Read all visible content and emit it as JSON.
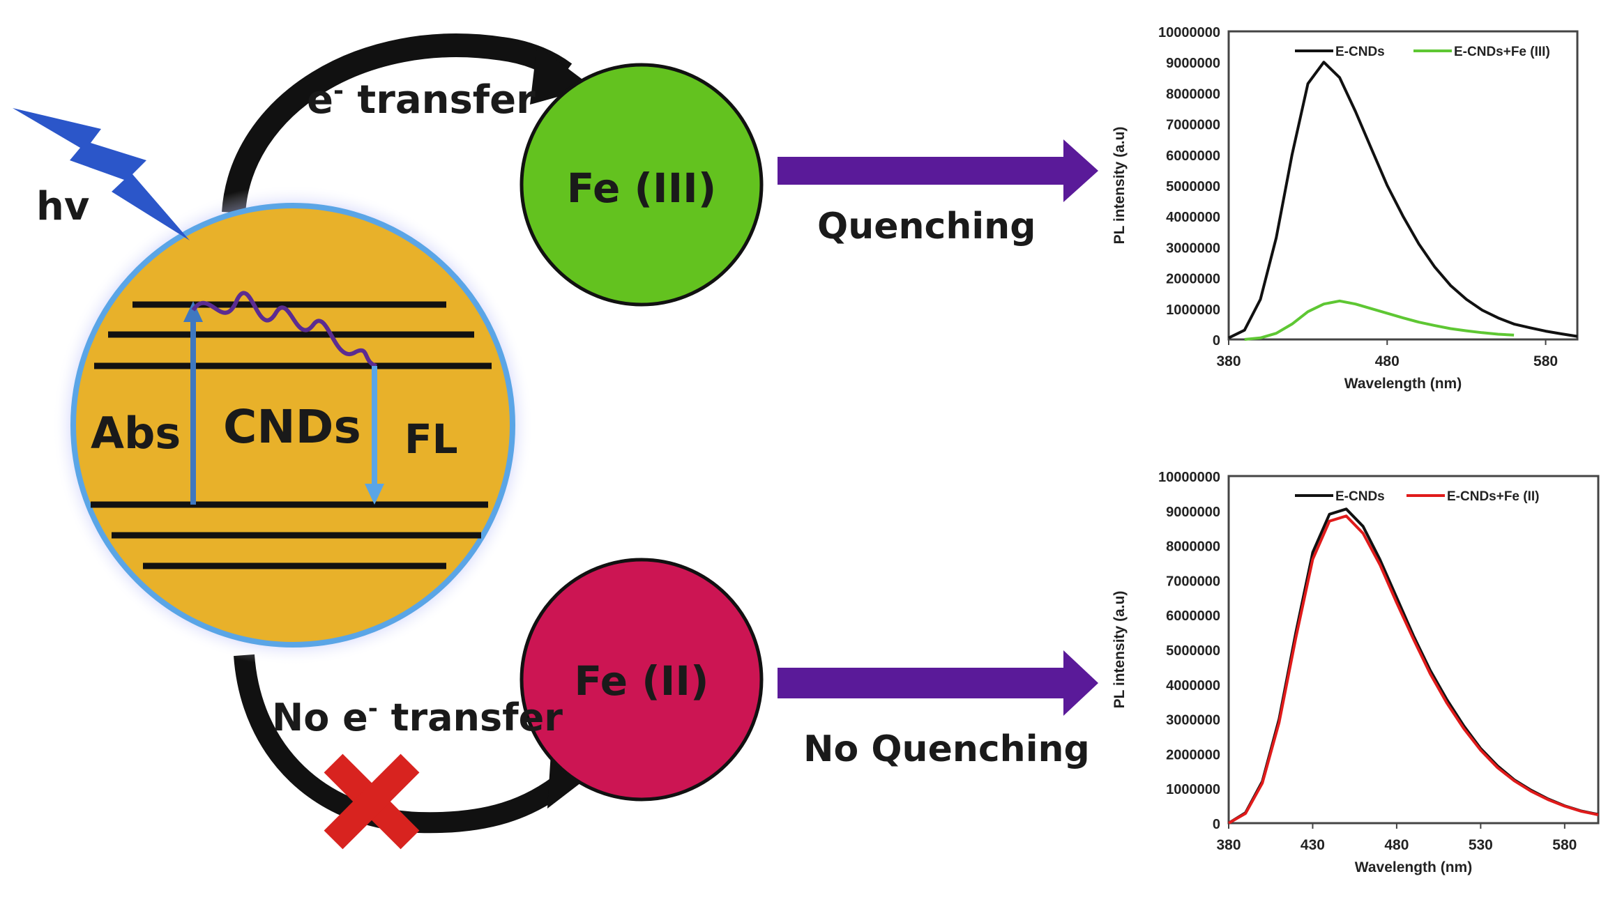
{
  "diagram": {
    "hv_label": "hv",
    "cnds_label": "CNDs",
    "abs_label": "Abs",
    "fl_label": "FL",
    "e_transfer_prefix": "e",
    "e_transfer_sup": "-",
    "e_transfer_suffix": " transfer",
    "no_e_transfer_prefix": "No e",
    "no_e_transfer_sup": "-",
    "no_e_transfer_suffix": " transfer",
    "fe3_label": "Fe (III)",
    "fe2_label": "Fe (II)",
    "quenching_label": "Quenching",
    "no_quenching_label": "No Quenching"
  },
  "colors": {
    "cnd_fill": "#e8b12a",
    "cnd_border": "#5aa5e6",
    "glow": "#6f7df0",
    "lightning": "#2b56c9",
    "fe3_fill": "#63c21f",
    "fe2_fill": "#cc1553",
    "arrow_purple": "#5a1a99",
    "curve_arrow": "#111111",
    "cross_red": "#d8231f",
    "level_line": "#111111",
    "abs_arrow": "#3f78c0",
    "fl_arrow": "#5aa5e6",
    "wavy": "#5b2c91"
  },
  "chart_data": [
    {
      "type": "line",
      "xlabel": "Wavelength (nm)",
      "ylabel": "PL intensity (a.u)",
      "xlim": [
        380,
        600
      ],
      "ylim": [
        0,
        10000000
      ],
      "x_ticks": [
        "380",
        "480",
        "580"
      ],
      "y_ticks": [
        "0",
        "1000000",
        "2000000",
        "3000000",
        "4000000",
        "5000000",
        "6000000",
        "7000000",
        "8000000",
        "9000000",
        "10000000"
      ],
      "legend_position": "top",
      "series": [
        {
          "name": "E-CNDs",
          "color": "#111111",
          "x": [
            380,
            390,
            400,
            410,
            420,
            430,
            440,
            450,
            460,
            470,
            480,
            490,
            500,
            510,
            520,
            530,
            540,
            550,
            560,
            570,
            580,
            590,
            600
          ],
          "y": [
            50000,
            300000,
            1300000,
            3300000,
            6000000,
            8300000,
            9000000,
            8500000,
            7400000,
            6200000,
            5000000,
            4000000,
            3100000,
            2350000,
            1750000,
            1300000,
            950000,
            700000,
            500000,
            380000,
            270000,
            180000,
            100000
          ]
        },
        {
          "name": "E-CNDs+Fe (III)",
          "color": "#5ec733",
          "x": [
            390,
            400,
            410,
            420,
            430,
            440,
            450,
            460,
            470,
            480,
            490,
            500,
            510,
            520,
            530,
            540,
            550,
            560
          ],
          "y": [
            0,
            50000,
            200000,
            500000,
            900000,
            1150000,
            1250000,
            1150000,
            1000000,
            850000,
            700000,
            560000,
            450000,
            350000,
            280000,
            220000,
            170000,
            140000
          ]
        }
      ]
    },
    {
      "type": "line",
      "xlabel": "Wavelength (nm)",
      "ylabel": "PL intensity (a.u)",
      "xlim": [
        380,
        600
      ],
      "ylim": [
        0,
        10000000
      ],
      "x_ticks": [
        "380",
        "430",
        "480",
        "530",
        "580"
      ],
      "y_ticks": [
        "0",
        "1000000",
        "2000000",
        "3000000",
        "4000000",
        "5000000",
        "6000000",
        "7000000",
        "8000000",
        "9000000",
        "10000000"
      ],
      "legend_position": "top",
      "series": [
        {
          "name": "E-CNDs",
          "color": "#111111",
          "x": [
            380,
            390,
            400,
            410,
            420,
            430,
            440,
            450,
            460,
            470,
            480,
            490,
            500,
            510,
            520,
            530,
            540,
            550,
            560,
            570,
            580,
            590,
            600
          ],
          "y": [
            0,
            300000,
            1200000,
            3000000,
            5500000,
            7800000,
            8900000,
            9050000,
            8550000,
            7600000,
            6500000,
            5400000,
            4400000,
            3550000,
            2800000,
            2150000,
            1650000,
            1250000,
            950000,
            700000,
            500000,
            350000,
            250000
          ]
        },
        {
          "name": "E-CNDs+Fe (II)",
          "color": "#e01b1b",
          "x": [
            380,
            390,
            400,
            410,
            420,
            430,
            440,
            450,
            460,
            470,
            480,
            490,
            500,
            510,
            520,
            530,
            540,
            550,
            560,
            570,
            580,
            590,
            600
          ],
          "y": [
            0,
            280000,
            1150000,
            2900000,
            5350000,
            7600000,
            8700000,
            8850000,
            8350000,
            7450000,
            6350000,
            5300000,
            4300000,
            3450000,
            2720000,
            2100000,
            1600000,
            1220000,
            920000,
            680000,
            490000,
            340000,
            240000
          ]
        }
      ]
    }
  ]
}
